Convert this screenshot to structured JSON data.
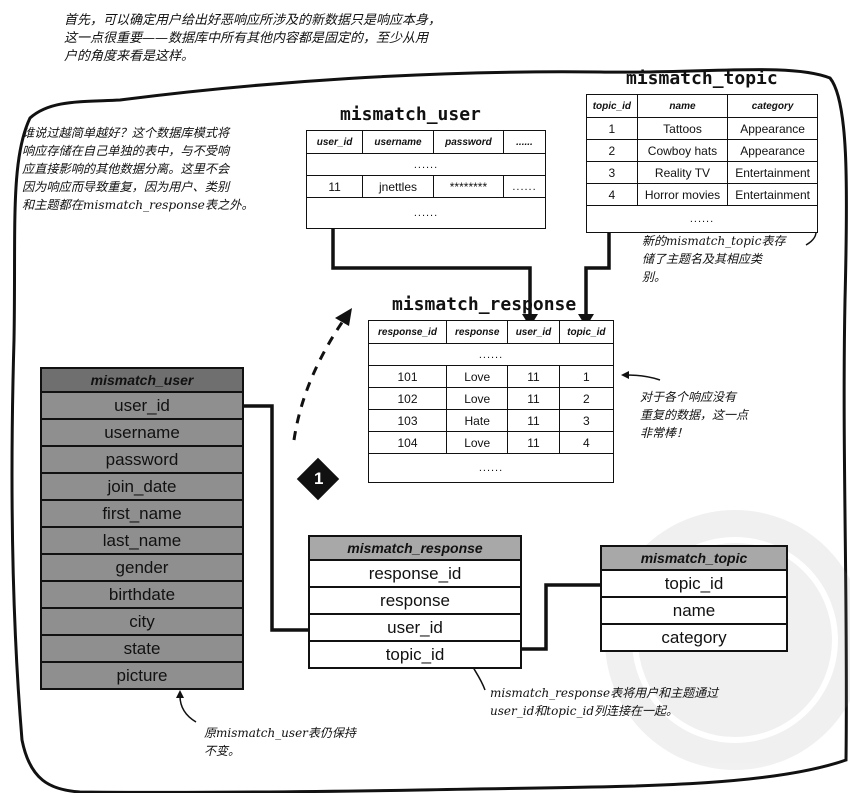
{
  "notes": {
    "top": [
      "首先，可以确定用户给出好恶响应所涉及的新数据只是响应本身，",
      "这一点很重要——数据库中所有其他内容都是固定的，至少从用",
      "户的角度来看是这样。"
    ],
    "left": [
      "谁说过越简单越好？这个数据库模式将",
      "响应存储在自己单独的表中，与不受响",
      "应直接影响的其他数据分离。这里不会",
      "因为响应而导致重复，因为用户、类别",
      "和主题都在mismatch_response表之外。"
    ],
    "topic": [
      "新的mismatch_topic表存",
      "储了主题名及其相应类",
      "别。"
    ],
    "response": [
      "对于各个响应没有",
      "重复的数据，这一点",
      "非常棒！"
    ],
    "link": [
      "mismatch_response表将用户和主题通过",
      "user_id和topic_id列连接在一起。"
    ],
    "user": [
      "原mismatch_user表仍保持",
      "不变。"
    ]
  },
  "mini_user": {
    "title": "mismatch_user",
    "headers": [
      "user_id",
      "username",
      "password",
      "......"
    ],
    "rows": [
      [
        "......"
      ],
      [
        "11",
        "jnettles",
        "********",
        "......"
      ],
      [
        "......"
      ]
    ]
  },
  "mini_topic": {
    "title": "mismatch_topic",
    "headers": [
      "topic_id",
      "name",
      "category"
    ],
    "rows": [
      [
        "1",
        "Tattoos",
        "Appearance"
      ],
      [
        "2",
        "Cowboy hats",
        "Appearance"
      ],
      [
        "3",
        "Reality TV",
        "Entertainment"
      ],
      [
        "4",
        "Horror movies",
        "Entertainment"
      ],
      [
        "......"
      ]
    ]
  },
  "mini_response": {
    "title": "mismatch_response",
    "headers": [
      "response_id",
      "response",
      "user_id",
      "topic_id"
    ],
    "rows": [
      [
        "......"
      ],
      [
        "101",
        "Love",
        "11",
        "1"
      ],
      [
        "102",
        "Love",
        "11",
        "2"
      ],
      [
        "103",
        "Hate",
        "11",
        "3"
      ],
      [
        "104",
        "Love",
        "11",
        "4"
      ],
      [
        "......"
      ]
    ]
  },
  "schema_user": {
    "title": "mismatch_user",
    "fields": [
      "user_id",
      "username",
      "password",
      "join_date",
      "first_name",
      "last_name",
      "gender",
      "birthdate",
      "city",
      "state",
      "picture"
    ]
  },
  "schema_response": {
    "title": "mismatch_response",
    "fields": [
      "response_id",
      "response",
      "user_id",
      "topic_id"
    ]
  },
  "schema_topic": {
    "title": "mismatch_topic",
    "fields": [
      "topic_id",
      "name",
      "category"
    ]
  },
  "badge": "1"
}
